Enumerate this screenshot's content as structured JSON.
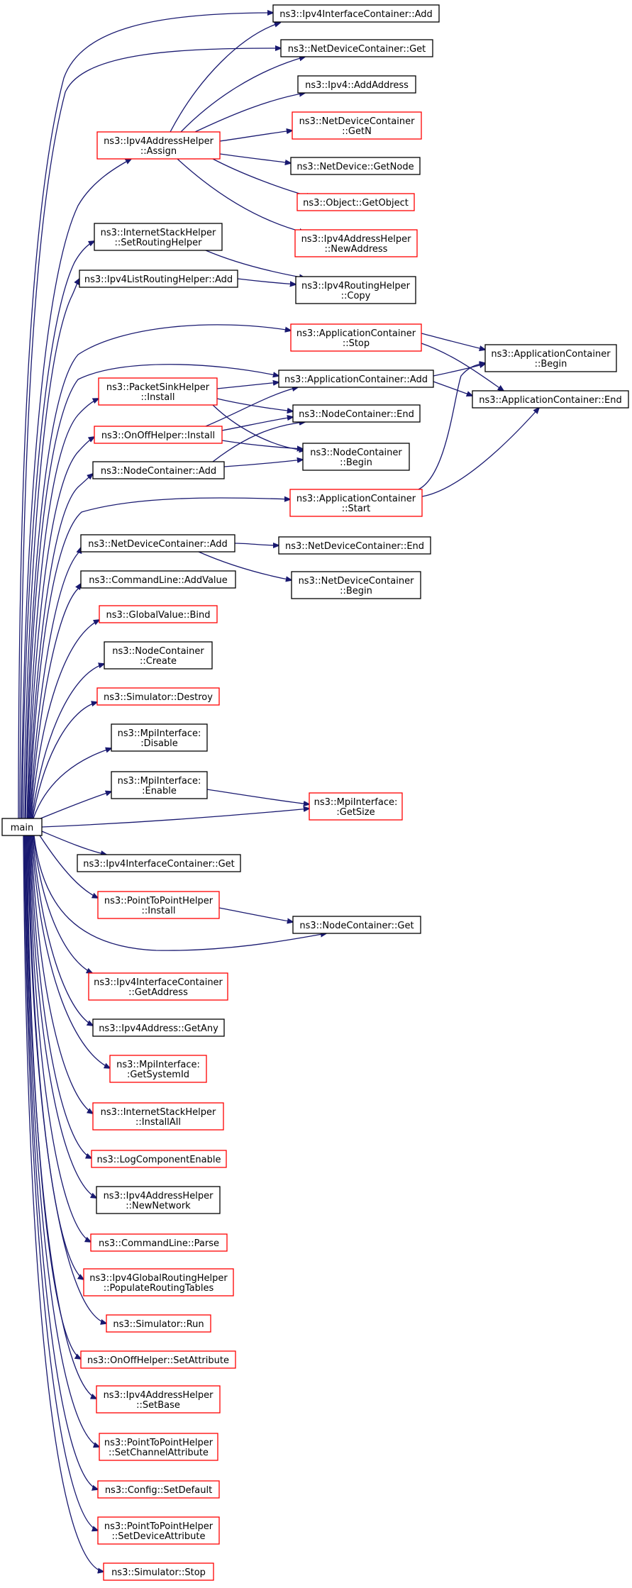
{
  "colors": {
    "edge": "#191970",
    "box_plain": "#000000",
    "box_truncated": "#ff0000",
    "root_fill": "#bfbfbf"
  },
  "nodes": {
    "main": [
      "main"
    ],
    "n1": [
      "ns3::Ipv4InterfaceContainer::Add"
    ],
    "n2": [
      "ns3::NetDeviceContainer::Get"
    ],
    "n3": [
      "ns3::Ipv4::AddAddress"
    ],
    "n4": [
      "ns3::NetDeviceContainer",
      "::GetN"
    ],
    "n5": [
      "ns3::Ipv4AddressHelper",
      "::Assign"
    ],
    "n6": [
      "ns3::NetDevice::GetNode"
    ],
    "n7": [
      "ns3::Object::GetObject"
    ],
    "n8": [
      "ns3::Ipv4AddressHelper",
      "::NewAddress"
    ],
    "n9": [
      "ns3::InternetStackHelper",
      "::SetRoutingHelper"
    ],
    "n10": [
      "ns3::Ipv4ListRoutingHelper::Add"
    ],
    "n11": [
      "ns3::Ipv4RoutingHelper",
      "::Copy"
    ],
    "n12": [
      "ns3::ApplicationContainer",
      "::Stop"
    ],
    "n13": [
      "ns3::ApplicationContainer",
      "::Begin"
    ],
    "n14": [
      "ns3::PacketSinkHelper",
      "::Install"
    ],
    "n15": [
      "ns3::ApplicationContainer::Add"
    ],
    "n16": [
      "ns3::ApplicationContainer::End"
    ],
    "n17": [
      "ns3::NodeContainer::End"
    ],
    "n18": [
      "ns3::OnOffHelper::Install"
    ],
    "n19": [
      "ns3::NodeContainer",
      "::Begin"
    ],
    "n20": [
      "ns3::NodeContainer::Add"
    ],
    "n21": [
      "ns3::ApplicationContainer",
      "::Start"
    ],
    "n22": [
      "ns3::NetDeviceContainer::Add"
    ],
    "n23": [
      "ns3::NetDeviceContainer::End"
    ],
    "n24": [
      "ns3::NetDeviceContainer",
      "::Begin"
    ],
    "n25": [
      "ns3::CommandLine::AddValue"
    ],
    "n26": [
      "ns3::GlobalValue::Bind"
    ],
    "n27": [
      "ns3::NodeContainer",
      "::Create"
    ],
    "n28": [
      "ns3::Simulator::Destroy"
    ],
    "n29": [
      "ns3::MpiInterface:",
      ":Disable"
    ],
    "n30": [
      "ns3::MpiInterface:",
      ":Enable"
    ],
    "n31": [
      "ns3::MpiInterface:",
      ":GetSize"
    ],
    "n32": [
      "ns3::Ipv4InterfaceContainer::Get"
    ],
    "n33": [
      "ns3::PointToPointHelper",
      "::Install"
    ],
    "n34": [
      "ns3::NodeContainer::Get"
    ],
    "n35": [
      "ns3::Ipv4InterfaceContainer",
      "::GetAddress"
    ],
    "n36": [
      "ns3::Ipv4Address::GetAny"
    ],
    "n37": [
      "ns3::MpiInterface:",
      ":GetSystemId"
    ],
    "n38": [
      "ns3::InternetStackHelper",
      "::InstallAll"
    ],
    "n39": [
      "ns3::LogComponentEnable"
    ],
    "n40": [
      "ns3::Ipv4AddressHelper",
      "::NewNetwork"
    ],
    "n41": [
      "ns3::CommandLine::Parse"
    ],
    "n42": [
      "ns3::Ipv4GlobalRoutingHelper",
      "::PopulateRoutingTables"
    ],
    "n43": [
      "ns3::Simulator::Run"
    ],
    "n44": [
      "ns3::OnOffHelper::SetAttribute"
    ],
    "n45": [
      "ns3::Ipv4AddressHelper",
      "::SetBase"
    ],
    "n46": [
      "ns3::PointToPointHelper",
      "::SetChannelAttribute"
    ],
    "n47": [
      "ns3::Config::SetDefault"
    ],
    "n48": [
      "ns3::PointToPointHelper",
      "::SetDeviceAttribute"
    ],
    "n49": [
      "ns3::Simulator::Stop"
    ]
  }
}
